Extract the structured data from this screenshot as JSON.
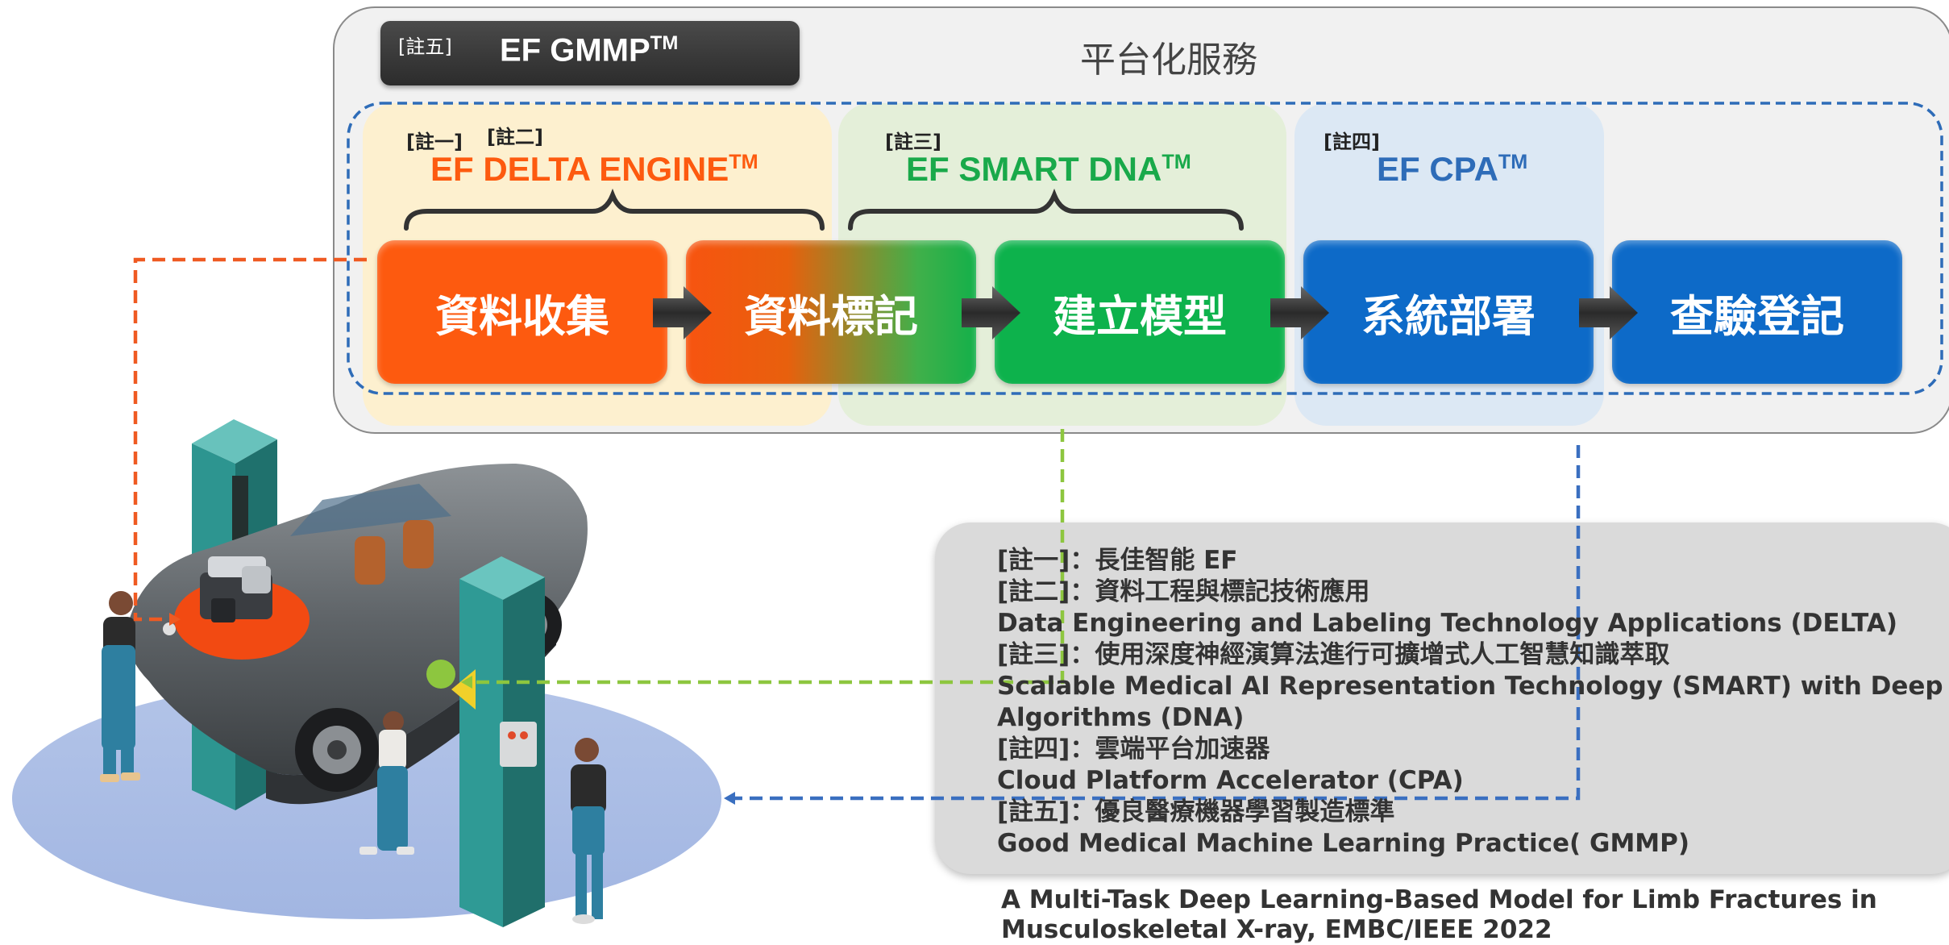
{
  "platform": {
    "badge": {
      "note": "[註五]",
      "title": "EF GMMP",
      "tm": "TM"
    },
    "title": "平台化服務"
  },
  "engines": {
    "delta": {
      "notes": [
        "[註一]",
        "[註二]"
      ],
      "title": "EF DELTA ENGINE",
      "tm": "TM",
      "color": "#fd5a0f"
    },
    "smart": {
      "note": "[註三]",
      "title": "EF SMART DNA",
      "tm": "TM",
      "color": "#19a94a"
    },
    "cpa": {
      "note": "[註四]",
      "title": "EF CPA",
      "tm": "TM",
      "color": "#2e6cb8"
    }
  },
  "steps": [
    "資料收集",
    "資料標記",
    "建立模型",
    "系統部署",
    "查驗登記"
  ],
  "notes": [
    "[註一]：長佳智能 EF",
    "[註二]：資料工程與標記技術應用",
    "Data Engineering and Labeling Technology Applications (DELTA)",
    "[註三]：使用深度神經演算法進行可擴增式人工智慧知識萃取",
    "Scalable Medical AI Representation Technology (SMART) with Deep Neural",
    "Algorithms (DNA)",
    "[註四]：雲端平台加速器",
    "Cloud Platform Accelerator (CPA)",
    "[註五]：優良醫療機器學習製造標準",
    "Good Medical Machine Learning Practice( GMMP)"
  ],
  "citation": [
    "A Multi-Task Deep Learning-Based Model for Limb Fractures in",
    "Musculoskeletal X-ray, EMBC/IEEE 2022"
  ],
  "colors": {
    "orange": "#fd5a0f",
    "green": "#0db24c",
    "blue": "#0d6ac8",
    "dashed_orange": "#ef5a22",
    "dashed_green": "#8dc63f",
    "dashed_blue": "#3a6fc0"
  }
}
